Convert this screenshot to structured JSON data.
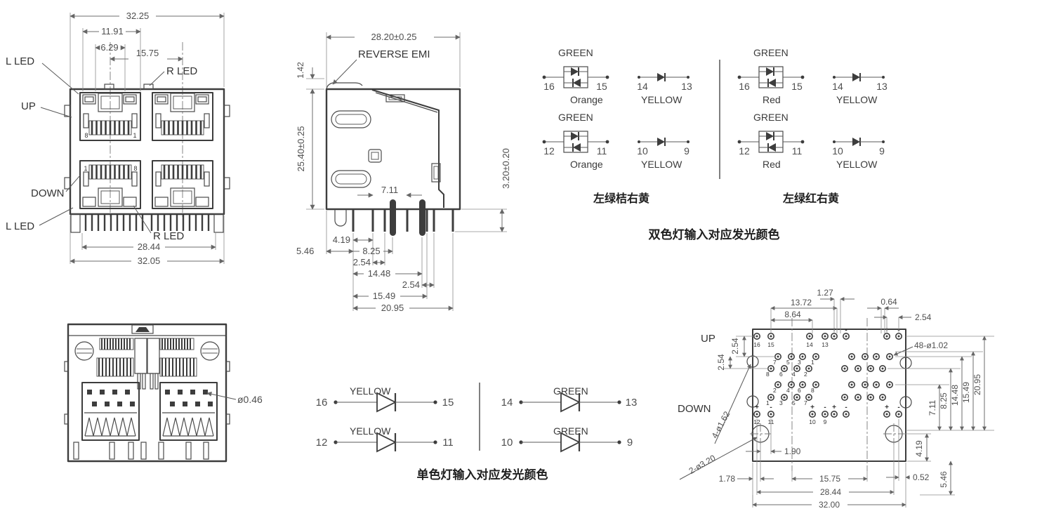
{
  "front": {
    "d3225": "32.25",
    "d1191": "11.91",
    "d629": "6.29",
    "d1575": "15.75",
    "d2844": "28.44",
    "d3205": "32.05",
    "l_led": "L LED",
    "r_led": "R LED",
    "up": "UP",
    "down": "DOWN",
    "p8": "8",
    "p1": "1"
  },
  "side": {
    "emi": "REVERSE EMI",
    "dw": "28.20±0.25",
    "d142": "1.42",
    "dh": "25.40±0.25",
    "d320": "3.20±0.20",
    "d711": "7.11",
    "d419": "4.19",
    "d546": "5.46",
    "d825": "8.25",
    "d254": "2.54",
    "d1448": "14.48",
    "d1549": "15.49",
    "d2095": "20.95"
  },
  "dual": {
    "green": "GREEN",
    "orange": "Orange",
    "red": "Red",
    "yellow": "YELLOW",
    "p16": "16",
    "p15": "15",
    "p14": "14",
    "p13": "13",
    "p12": "12",
    "p11": "11",
    "p10": "10",
    "p9": "9",
    "cap_left": "左绿桔右黄",
    "cap_right": "左绿红右黄",
    "caption": "双色灯输入对应发光颜色"
  },
  "single": {
    "yellow": "YELLOW",
    "green": "GREEN",
    "p16": "16",
    "p15": "15",
    "p14": "14",
    "p13": "13",
    "p12": "12",
    "p11": "11",
    "p10": "10",
    "p9": "9",
    "caption": "单色灯输入对应发光颜色"
  },
  "rear": {
    "d046": "ø0.46"
  },
  "pcb": {
    "up": "UP",
    "down": "DOWN",
    "d127": "1.27",
    "d1372": "13.72",
    "d864": "8.64",
    "d064": "0.64",
    "d254": "2.54",
    "d48": "48-ø1.02",
    "d4h": "4-ø1.62",
    "d2h": "2-ø3.20",
    "d190": "1.90",
    "d178": "1.78",
    "d1575": "15.75",
    "d2844": "28.44",
    "d3200": "32.00",
    "d052": "0.52",
    "d2095": "20.95",
    "d1549": "15.49",
    "d1448": "14.48",
    "d825": "8.25",
    "d711": "7.11",
    "d419": "4.19",
    "d546": "5.46",
    "p16": "16",
    "p15": "15",
    "p14": "14",
    "p13": "13",
    "p12": "12",
    "p11": "11",
    "p10": "10",
    "p9": "9",
    "plus": "+",
    "minus": "-",
    "rowA": [
      "7",
      "5",
      "3",
      "1"
    ],
    "rowB": [
      "8",
      "6",
      "4",
      "2"
    ],
    "rowC": [
      "2",
      "4",
      "6",
      "8"
    ],
    "rowD": [
      "1",
      "3",
      "5",
      "7"
    ]
  }
}
